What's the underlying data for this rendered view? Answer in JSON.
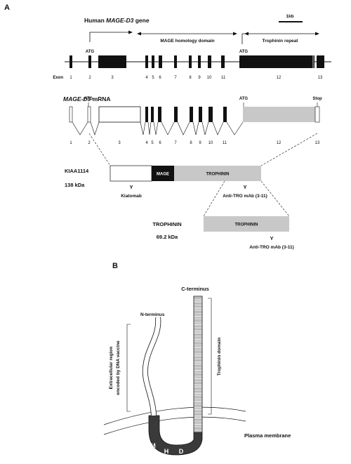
{
  "panel_a": {
    "letter": "A",
    "gene_title_prefix": "Human ",
    "gene_title_italic": "MAGE-D3",
    "gene_title_suffix": " gene",
    "scale_label": "1kb",
    "homology_label": "MAGE homology domain",
    "trophinin_repeat_label": "Trophinin repeat",
    "atg_label": "ATG",
    "stop_label": "Stop",
    "exon_row_label": "Exon",
    "exon_numbers": [
      "1",
      "2",
      "3",
      "4",
      "5",
      "6",
      "7",
      "8",
      "9",
      "10",
      "11",
      "12",
      "13"
    ],
    "mrna_title_italic": "MAGE-D3",
    "mrna_title_suffix": " mRNA",
    "kiaa_name": "KIAA1114",
    "kiaa_mass": "138 kDa",
    "mage_box": "MAGE",
    "trophinin_box": "TROPHININ",
    "antibody_symbol": "Y",
    "kiatomab": "Kiatomab",
    "anti_tro": "Anti-TRO mAb (3-11)",
    "troph_name": "TROPHININ",
    "troph_mass": "69.2 kDa"
  },
  "panel_b": {
    "letter": "B",
    "c_terminus": "C-terminus",
    "n_terminus": "N-terminus",
    "extracellular_line1": "Extracellular region",
    "extracellular_line2": "encoded by DNA vaccine",
    "trophinin_domain": "Trophinin domain",
    "plasma_membrane": "Plasma membrane",
    "mhd_letters": [
      "M",
      "H",
      "D"
    ]
  }
}
